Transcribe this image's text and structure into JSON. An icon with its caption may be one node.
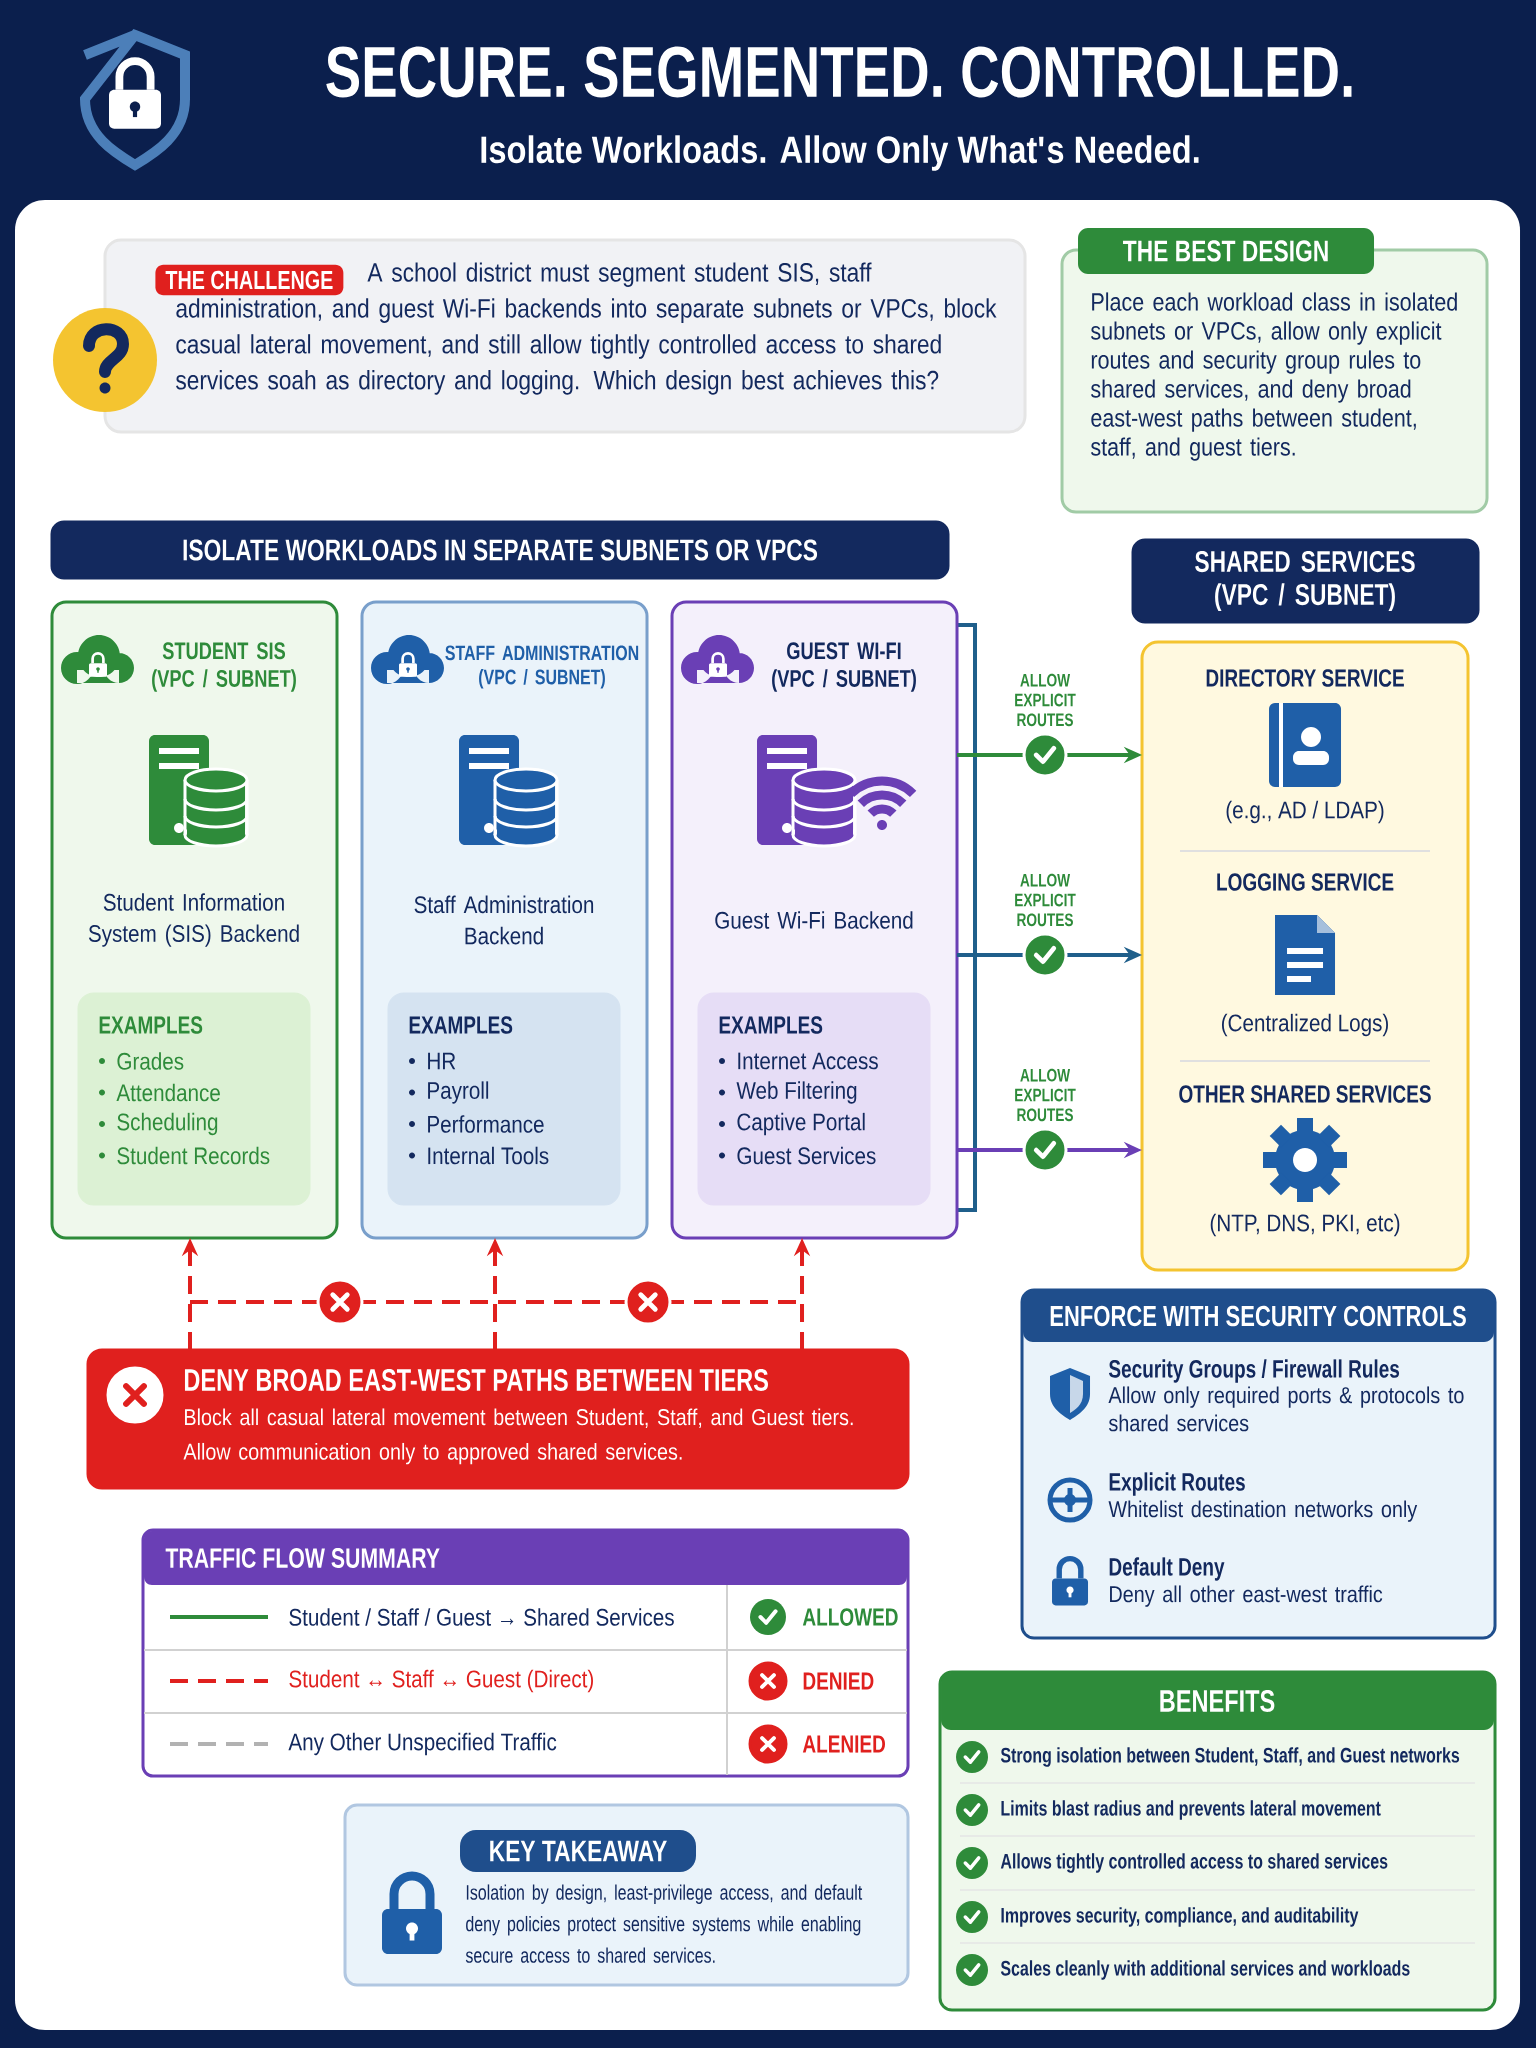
{
  "diagram": {
    "title": "SECURE. SEGMENTED. CONTROLLED.",
    "nodes": [
      {
        "text": [
          "THE CHALLENGE",
          "A school district must segment student SIS, staff administration, and guest Wi-Fi backends into separate subnets or VPCs, block casual lateral movement, and still allow tightly controlled access to shared services soah as directory and logging. Which design best achieves this?"
        ]
      },
      {
        "text": [
          "THE BEST DESIGN",
          "Place each workload class in isolated subnets or VPCs, allow only explicit routes and security group rules to shared services, and deny broad east-west paths between student, staff, and guest tiers."
        ]
      },
      {
        "text": [
          "ISOLATE WORKLOADS IN SEPARATE SUBNETS OR VPCS"
        ]
      },
      {
        "text": [
          "STUDENT SIS (VPC / SUBNET)",
          "Student Information System (SIS) Backend"
        ]
      },
      {
        "text": [
          "EXAMPLES",
          "Grades",
          "Attendance",
          "Scheduling",
          "Student Records"
        ],
        "in": 3
      },
      {
        "text": [
          "STAFF ADMINISTRATION (VPC / SUBNET)",
          "Staff Administration Backend"
        ]
      },
      {
        "text": [
          "EXAMPLES",
          "HR",
          "Payroll",
          "Performance",
          "Internal Tools"
        ],
        "in": 5
      },
      {
        "text": [
          "GUEST WI-FI (VPC / SUBNET)",
          "Guest Wi-Fi Backend"
        ]
      },
      {
        "text": [
          "EXAMPLES",
          "Internet Access",
          "Web Filtering",
          "Captive Portal",
          "Guest Services"
        ],
        "in": 7
      },
      {
        "text": [
          "SHARED SERVICES (VPC / SUBNET)"
        ]
      },
      {
        "text": [],
        "shape": "box"
      },
      {
        "text": [
          "DIRECTORY SERVICE",
          "(e.g., AD / LDAP)"
        ],
        "in": 10
      },
      {
        "text": [
          "LOGGING SERVICE",
          "(Centralized Logs)"
        ],
        "in": 10
      },
      {
        "text": [
          "OTHER SHARED SERVICES",
          "(NTP, DNS, PKI, etc)"
        ],
        "in": 10
      },
      {
        "text": [
          "DENY BROAD EAST-WEST PATHS BETWEEN TIERS",
          "Block all casual lateral movement between Student, Staff, and Guest tiers. Allow communication only to approved shared services."
        ]
      },
      {
        "text": [
          "TRAFFIC FLOW SUMMARY"
        ]
      },
      {
        "text": [
          "ENFORCE WITH SECURITY CONTROLS",
          "Security Groups / Firewall Rules",
          "Allow only required ports & protocols to shared services",
          "Explicit Routes",
          "Whitelist destination networks only",
          "Default Deny",
          "Deny all other east-west traffic"
        ]
      },
      {
        "text": [
          "BENEFITS",
          "Strong isolation between Student, Staff, and Guest networks",
          "Limits blast radius and prevents lateral movement",
          "Allows tightly controlled access to shared services",
          "Improves security, compliance, and auditability",
          "Scales cleanly with additional services and workloads"
        ]
      },
      {
        "text": [
          "KEY TAKEAWAY",
          "Isolation by design, least-privilege access, and default deny policies protect sensitive systems while enabling secure access to shared services."
        ]
      }
    ],
    "edges": [
      {
        "from": 7,
        "to": 11,
        "arrow": "to",
        "label": "ALLOW EXPLICIT ROUTES",
        "color": "#2e8b3a"
      },
      {
        "from": 7,
        "to": 12,
        "arrow": "to",
        "label": "ALLOW EXPLICIT ROUTES",
        "color": "#1f5f8b"
      },
      {
        "from": 7,
        "to": 13,
        "arrow": "to",
        "label": "ALLOW EXPLICIT ROUTES",
        "color": "#6a3fb5"
      },
      {
        "from": 14,
        "to": 3,
        "arrow": "to",
        "style": "dashed",
        "color": "#e0201e"
      },
      {
        "from": 14,
        "to": 5,
        "arrow": "to",
        "style": "dashed",
        "color": "#e0201e"
      },
      {
        "from": 14,
        "to": 7,
        "arrow": "to",
        "style": "dashed",
        "color": "#e0201e"
      }
    ],
    "labels": [
      "Isolate Workloads. Allow Only What's Needed.",
      "Student / Staff / Guest → Shared Services",
      "ALLOWED",
      "Student ↔ Staff ↔ Guest (Direct)",
      "DENIED",
      "Any Other Unspecified Traffic",
      "ALENIED"
    ]
  }
}
